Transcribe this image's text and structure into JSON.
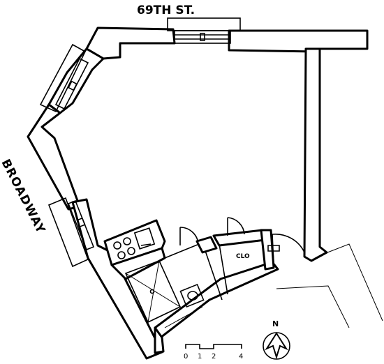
{
  "labels": {
    "street_top": "69TH ST.",
    "street_side": "BROADWAY",
    "closet": "CLO",
    "compass_north": "N",
    "scale_ticks": [
      "0",
      "1",
      "2",
      "4"
    ]
  },
  "colors": {
    "ink": "#000000",
    "paper": "#ffffff"
  },
  "icons": {
    "compass": "north-arrow-icon",
    "stove": "stove-burners-icon",
    "sink": "kitchen-sink-icon",
    "washbasin": "washbasin-icon",
    "shower": "shower-icon"
  }
}
